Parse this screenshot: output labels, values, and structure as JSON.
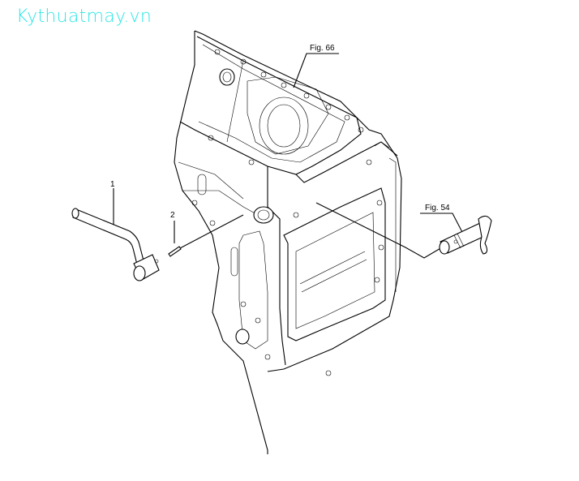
{
  "watermark": "Kythuatmay.vn",
  "callouts": {
    "fig66": "Fig. 66",
    "fig54": "Fig. 54",
    "part1": "1",
    "part2": "2"
  },
  "colors": {
    "watermark": "#2ee6e6",
    "lines": "#000000"
  }
}
